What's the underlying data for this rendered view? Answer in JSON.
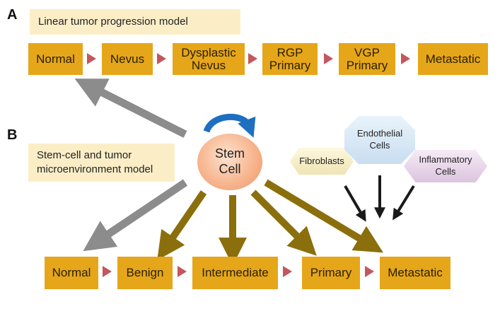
{
  "panel_a": {
    "letter": "A",
    "model_label": "Linear tumor progression model",
    "stages": [
      "Normal",
      "Nevus",
      "Dysplastic\nNevus",
      "RGP\nPrimary",
      "VGP\nPrimary",
      "Metastatic"
    ]
  },
  "panel_b": {
    "letter": "B",
    "model_label": "Stem-cell and tumor\nmicroenvironment model",
    "stem_cell": "Stem\nCell",
    "microenvironment": {
      "fibroblasts": "Fibroblasts",
      "endothelial": "Endothelial\nCells",
      "inflammatory": "Inflammatory\nCells"
    },
    "stages": [
      "Normal",
      "Benign",
      "Intermediate",
      "Primary",
      "Metastatic"
    ]
  },
  "colors": {
    "stage_box": "#e6a61a",
    "separator_triangle": "#c2575d",
    "label_background": "#fbeec7",
    "gray_arrow": "#8c8c8c",
    "olive_arrow": "#8a6f0c",
    "black_arrow": "#1a1a1a",
    "cycle_arrow": "#1e6fc0"
  }
}
